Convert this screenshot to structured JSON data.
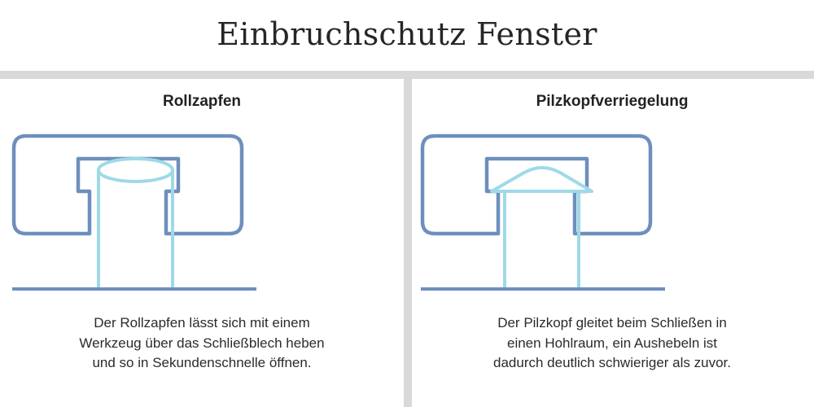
{
  "title": "Einbruchschutz Fenster",
  "colors": {
    "frame": "#6d8fbd",
    "pin": "#9fd9e8",
    "divider": "#d9d9d9",
    "text": "#262626"
  },
  "panels": [
    {
      "heading": "Rollzapfen",
      "figure": "roller-pin-diagram",
      "description_lines": [
        "Der Rollzapfen lässt sich mit einem",
        "Werkzeug über das Schließblech heben",
        "und so in Sekundenschnelle öffnen."
      ]
    },
    {
      "heading": "Pilzkopfverriegelung",
      "figure": "mushroom-head-lock-diagram",
      "description_lines": [
        "Der Pilzkopf gleitet beim Schließen in",
        "einen Hohlraum, ein Aushebeln ist",
        "dadurch deutlich schwieriger als zuvor."
      ]
    }
  ]
}
